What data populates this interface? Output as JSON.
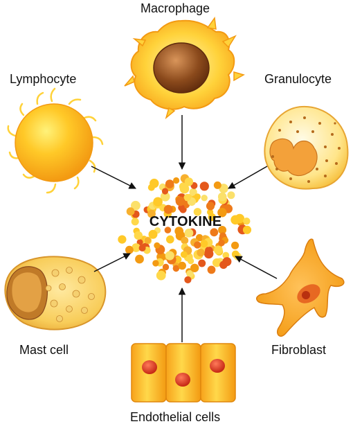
{
  "center_label": "CYTOKINE",
  "cells": {
    "macrophage": "Macrophage",
    "lymphocyte": "Lymphocyte",
    "granulocyte": "Granulocyte",
    "mast_cell": "Mast cell",
    "fibroblast": "Fibroblast",
    "endothelial": "Endothelial cells"
  },
  "colors": {
    "cell_yellow": "#ffd23a",
    "cell_orange": "#f7a21a",
    "nucleus_brown": "#8b4a1c",
    "nucleus_red": "#e03218",
    "arrow": "#111111"
  }
}
